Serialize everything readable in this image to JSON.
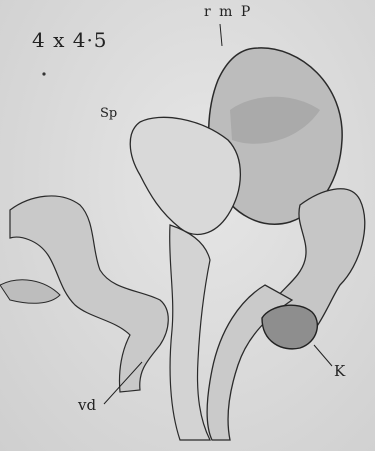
{
  "figure": {
    "magnification": "4 x 4·5",
    "labels": {
      "rmP": "r m P",
      "Sp": "Sp",
      "K": "K",
      "vd": "vd"
    }
  }
}
